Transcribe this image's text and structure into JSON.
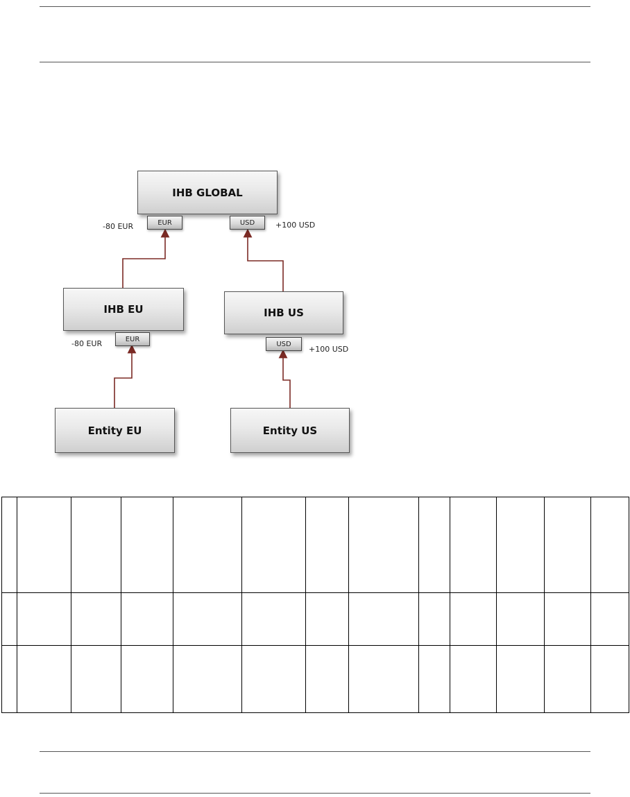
{
  "diagram": {
    "nodes": {
      "ihb_global": "IHB GLOBAL",
      "ihb_eu": "IHB EU",
      "ihb_us": "IHB US",
      "entity_eu": "Entity EU",
      "entity_us": "Entity US"
    },
    "tags": {
      "global_eur": "EUR",
      "global_usd": "USD",
      "eu_eur": "EUR",
      "us_usd": "USD"
    },
    "amounts": {
      "global_eur": "-80 EUR",
      "global_usd": "+100 USD",
      "eu_eur": "-80 EUR",
      "us_usd": "+100 USD"
    },
    "colors": {
      "connector": "#7b2a24"
    }
  },
  "table": {
    "rows": 3,
    "columns": 13
  }
}
